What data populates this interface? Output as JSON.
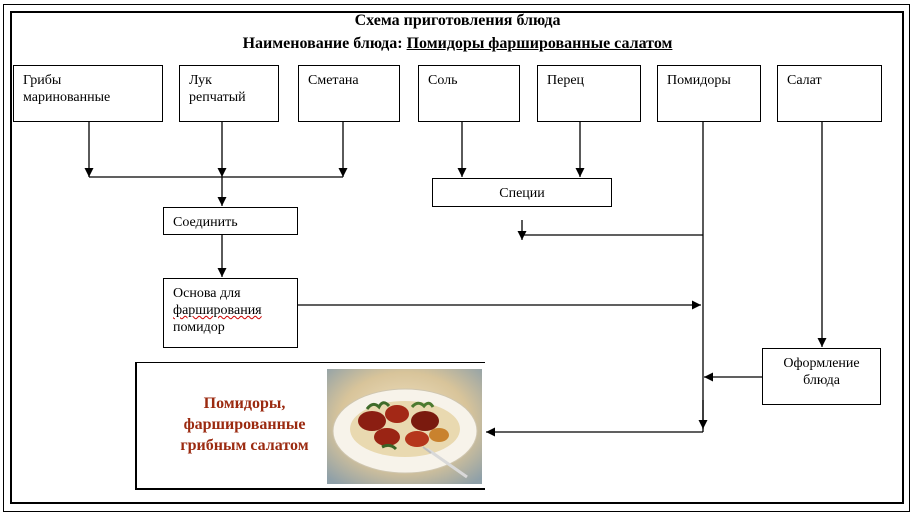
{
  "header": {
    "title": "Схема приготовления блюда",
    "dish_label": "Наименование блюда:",
    "dish_name": "Помидоры фаршированные салатом"
  },
  "ingredients": [
    {
      "line1": "Грибы",
      "line2": "маринованные"
    },
    {
      "line1": "Лук",
      "line2": "репчатый"
    },
    {
      "line1": "Сметана"
    },
    {
      "line1": "Соль"
    },
    {
      "line1": "Перец"
    },
    {
      "line1": "Помидоры"
    },
    {
      "line1": "Салат"
    }
  ],
  "steps": {
    "combine": "Соединить",
    "spices": "Специи",
    "base_line1": "Основа для",
    "base_line2": "фарширования",
    "base_line3": "помидор",
    "decor_line1": "Оформление",
    "decor_line2": "блюда"
  },
  "photo": {
    "line1": "Помидоры,",
    "line2": "фаршированные",
    "line3": "грибным салатом",
    "text_color": "#9b2a10"
  }
}
